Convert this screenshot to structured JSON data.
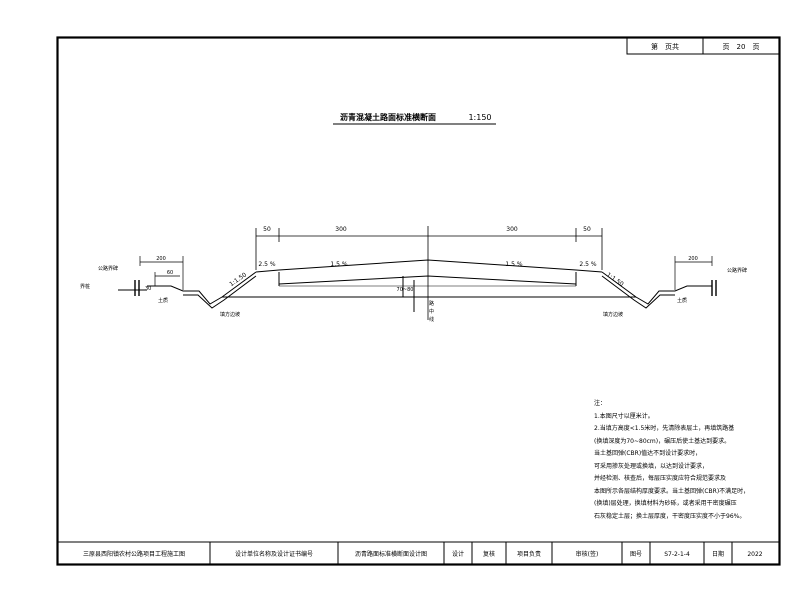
{
  "drawing": {
    "sheet_label_a": "第　页共",
    "sheet_label_b": "页　20　页",
    "title": "沥青混凝土路面标准横断面",
    "scale": "1:150",
    "dims": {
      "left_shoulder": "50",
      "left_lane": "300",
      "right_lane": "300",
      "right_shoulder": "50",
      "left_slope_pct": "2.5 %",
      "left_cross_pct": "1.5 %",
      "right_cross_pct": "1.5 %",
      "right_slope_pct": "2.5 %",
      "left_side_slope": "1:1.50",
      "right_side_slope": "1:1.50",
      "left_ditch_width": "200",
      "left_ditch_inner": "60",
      "right_ditch_width": "200",
      "pavement_thickness": "70~80"
    },
    "labels": {
      "left_post": "公路界碑",
      "left_end": "界桩",
      "left_edge": "30",
      "left_ditch": "土质",
      "left_toe": "填方边坡",
      "center_a": "路",
      "center_b": "中",
      "center_c": "线",
      "right_toe": "填方边坡",
      "right_ditch": "土质",
      "right_post": "公路界碑"
    },
    "notes_title": "注：",
    "notes": [
      "1.本图尺寸以厘米计。",
      "2.当填方高度<1.5米时，先清除表层土，再填筑路基",
      "(换填深度为70~80cm)，碾压后使土基达到要求。",
      "当土基回弹(CBR)值达不到设计要求时，",
      "可采用掺灰处理或换填，以达到设计要求，",
      "并经检测、核查后，每层压实度应符合规范要求及",
      "本图所示各层结构厚度要求。当土基回弹(CBR)不满足时，",
      "(换填)层处理，换填材料为砂砾，或者采用干密度碾压",
      "石灰稳定土层；换土层厚度，干密度压实度不小于96%。"
    ],
    "title_block": {
      "c1": "三原县西阳镇农村公路项目工程施工图",
      "c2": "设计单位名称及设计证书编号",
      "c3": "沥青路面标准横断面设计图",
      "c4": "设计",
      "c5": "复核",
      "c6": "项目负责",
      "c7": "审核(签)",
      "c8": "图号",
      "c9": "S7-2-1-4",
      "c10": "日期",
      "c11": "2022"
    }
  }
}
